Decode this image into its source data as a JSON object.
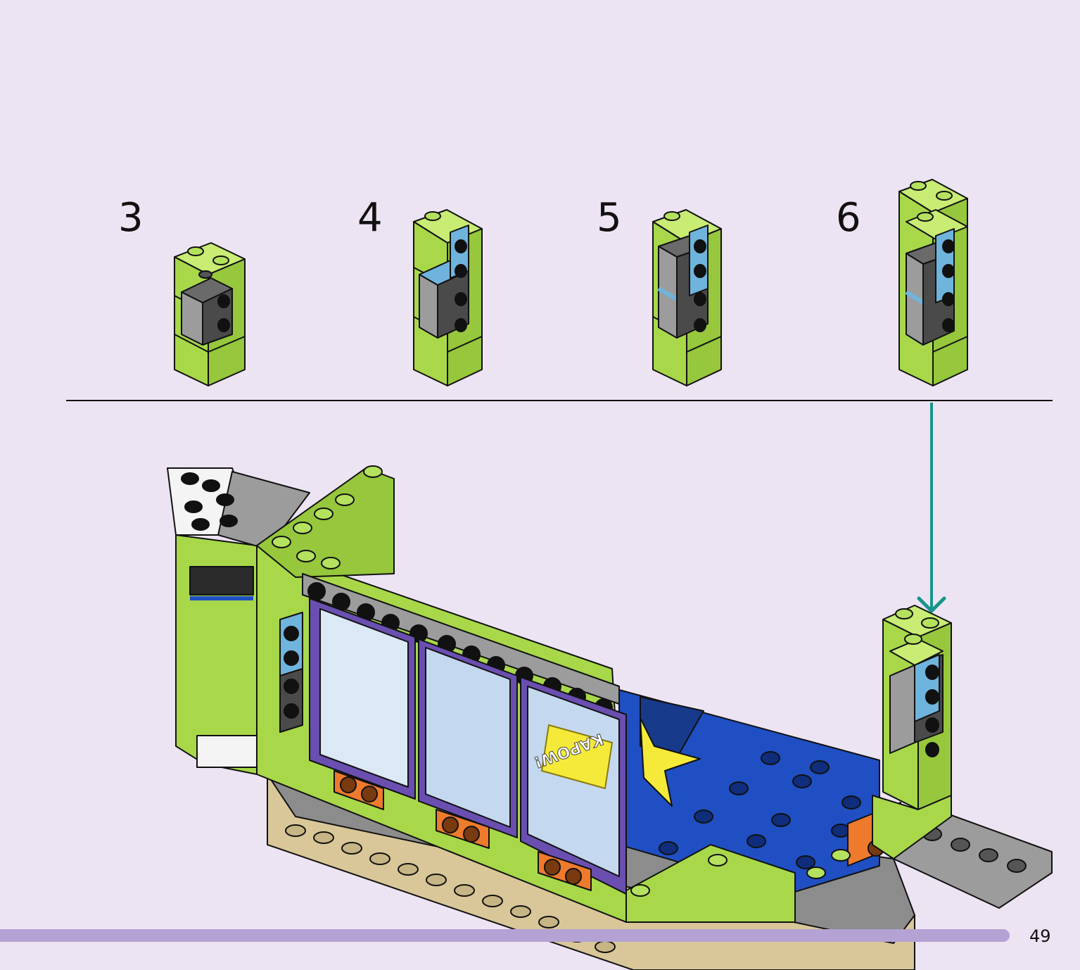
{
  "steps": [
    {
      "number": "3"
    },
    {
      "number": "4"
    },
    {
      "number": "5"
    },
    {
      "number": "6"
    }
  ],
  "model_text": "KAPOW!",
  "page_number": "49",
  "colors": {
    "background": "#ede4f3",
    "lime": "#a8d84a",
    "dark_gray": "#4a4a4a",
    "light_gray": "#9c9c9c",
    "medium_azure": "#6fb4dc",
    "blue": "#1f4fc2",
    "dark_blue": "#173a8a",
    "orange": "#ee7a2c",
    "purple": "#6a4fb0",
    "tan": "#d9c79a",
    "yellow": "#f5ea3a",
    "teal_arrow": "#17958a",
    "progress": "#b4a2d4"
  },
  "icons": [
    "step-arrow-icon"
  ]
}
